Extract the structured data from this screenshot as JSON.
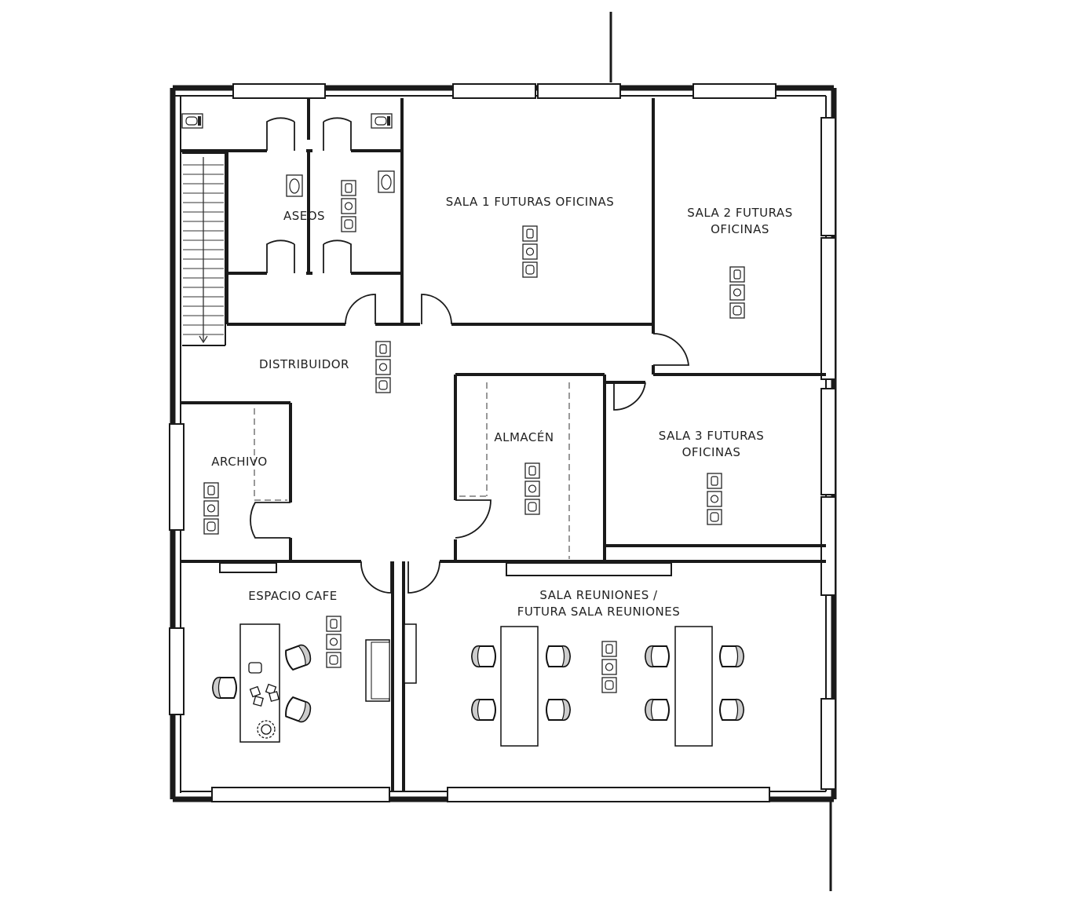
{
  "rooms": {
    "aseos": "ASEOS",
    "sala1": "SALA 1 FUTURAS OFICINAS",
    "sala2_line1": "SALA 2 FUTURAS",
    "sala2_line2": "OFICINAS",
    "distribuidor": "DISTRIBUIDOR",
    "archivo": "ARCHIVO",
    "almacen": "ALMACÉN",
    "sala3_line1": "SALA 3 FUTURAS",
    "sala3_line2": "OFICINAS",
    "espacio_cafe": "ESPACIO CAFE",
    "reuniones_line1": "SALA REUNIONES /",
    "reuniones_line2": "FUTURA SALA REUNIONES"
  },
  "colors": {
    "wall": "#1a1a1a",
    "background": "#ffffff",
    "text": "#222222"
  }
}
